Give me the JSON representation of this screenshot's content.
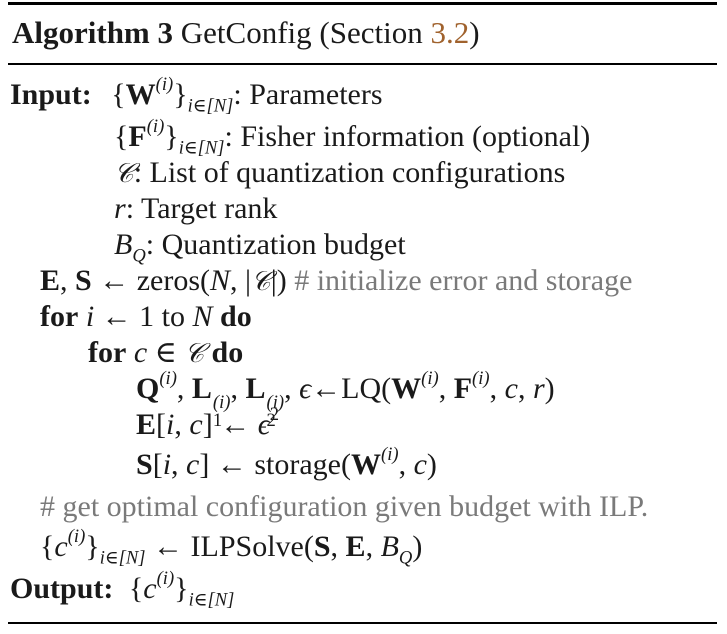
{
  "algorithm": {
    "label": "Algorithm 3",
    "name": "GetConfig",
    "section_prefix": "(Section ",
    "section_ref": "3.2",
    "section_suffix": ")"
  },
  "keywords": {
    "input": "Input:",
    "output": "Output:",
    "for": "for",
    "do": "do",
    "to": "to"
  },
  "inputs": {
    "params_desc": ": Parameters",
    "fisher_desc": ":  Fisher information (optional)",
    "configs_desc": ": List of quantization configurations",
    "rank_desc": ": Target rank",
    "budget_desc": ": Quantization budget"
  },
  "body": {
    "zeros_fn": "zeros",
    "comment_init": "# initialize error and storage",
    "lq_fn": "LQ",
    "storage_fn": "storage",
    "comment_ilp": "# get optimal configuration given budget with ILP.",
    "ilp_fn": "ILPSolve"
  },
  "symbols": {
    "W": "W",
    "F": "F",
    "C": "𝒞",
    "r": "r",
    "B": "B",
    "Q_sub": "Q",
    "E": "E",
    "S": "S",
    "N": "N",
    "i": "i",
    "c": "c",
    "one": "1",
    "Q": "Q",
    "L": "L",
    "eps": "ϵ",
    "arrow": "←",
    "in": "∈",
    "sup_i": "(i)",
    "sub_set": "i∈[N]",
    "one_sub": "1",
    "two_sub": "2",
    "sq": "2"
  }
}
